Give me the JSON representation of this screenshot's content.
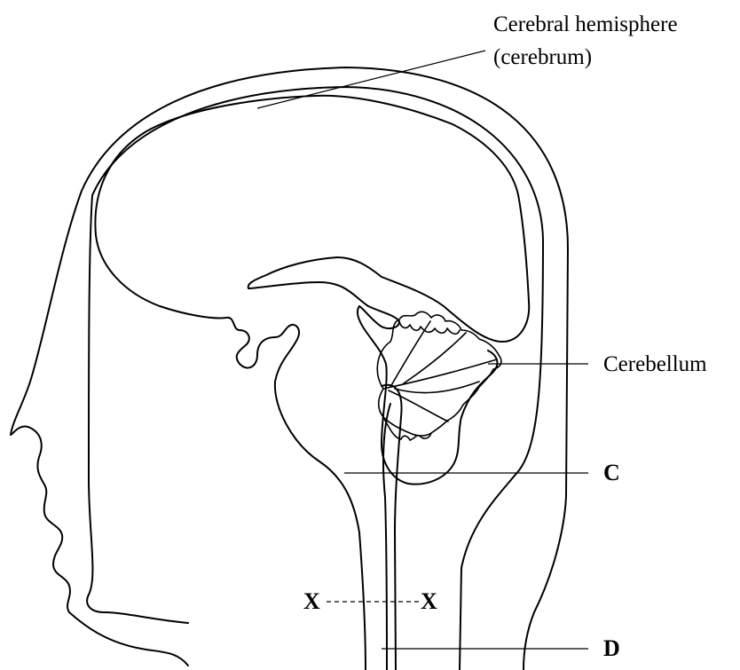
{
  "labels": {
    "cerebrum_line1": "Cerebral hemisphere",
    "cerebrum_line2": "(cerebrum)",
    "cerebellum": "Cerebellum",
    "c": "C",
    "d": "D",
    "x_left": "X",
    "x_right": "X"
  }
}
